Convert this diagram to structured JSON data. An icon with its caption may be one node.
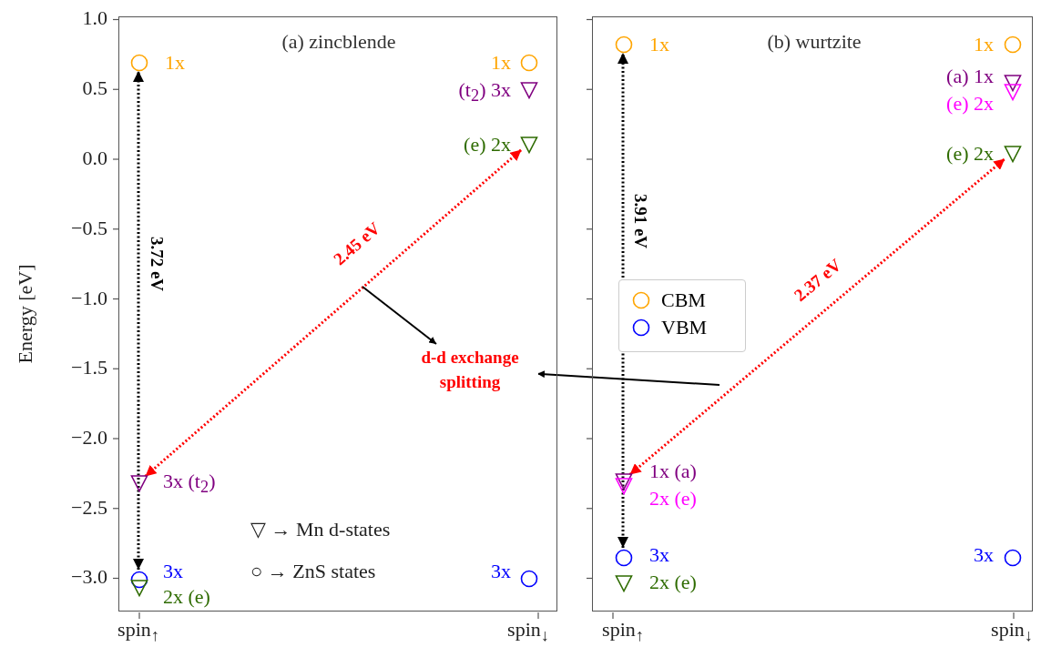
{
  "diagram": {
    "nodes": [
      {
        "text": [
          "(a) zincblende"
        ]
      },
      {
        "text": [],
        "shape": "circle",
        "in": 0,
        "beside": [
          "1x"
        ]
      },
      {
        "text": [],
        "shape": "circle",
        "in": 0,
        "beside": [
          "1x"
        ]
      },
      {
        "text": [],
        "shape": "triangle",
        "in": 0,
        "beside": [
          "(t$_{2}$) 3x"
        ]
      },
      {
        "text": [],
        "shape": "triangle",
        "in": 0,
        "beside": [
          "(e) 2x"
        ]
      },
      {
        "text": [],
        "shape": "triangle",
        "in": 0,
        "beside": [
          "3x (t$_{2}$)"
        ]
      },
      {
        "text": [],
        "shape": "circle",
        "in": 0,
        "beside": [
          "3x"
        ]
      },
      {
        "text": [],
        "shape": "triangle",
        "in": 0,
        "beside": [
          "2x (e)"
        ]
      },
      {
        "text": [],
        "shape": "circle",
        "in": 0,
        "beside": [
          "3x"
        ]
      },
      {
        "text": [
          "(b) wurtzite"
        ]
      },
      {
        "text": [],
        "shape": "circle",
        "in": 9,
        "beside": [
          "1x"
        ]
      },
      {
        "text": [],
        "shape": "circle",
        "in": 9,
        "beside": [
          "1x"
        ]
      },
      {
        "text": [],
        "shape": "triangle",
        "in": 9,
        "beside": [
          "(a) 1x"
        ]
      },
      {
        "text": [],
        "shape": "triangle",
        "in": 9,
        "beside": [
          "(e) 2x"
        ]
      },
      {
        "text": [],
        "shape": "triangle",
        "in": 9,
        "beside": [
          "(e) 2x"
        ]
      },
      {
        "text": [],
        "shape": "triangle",
        "in": 9,
        "beside": [
          "1x (a)"
        ]
      },
      {
        "text": [],
        "shape": "triangle",
        "in": 9,
        "beside": [
          "2x (e)"
        ]
      },
      {
        "text": [],
        "shape": "circle",
        "in": 9,
        "beside": [
          "3x"
        ]
      },
      {
        "text": [],
        "shape": "triangle",
        "in": 9,
        "beside": [
          "2x (e)"
        ]
      },
      {
        "text": [],
        "shape": "circle",
        "in": 9,
        "beside": [
          "3x"
        ]
      },
      {
        "text": [
          "d-d exchange splitting"
        ],
        "in": 0
      }
    ],
    "edges": [
      {
        "from": 6,
        "to": 1,
        "arrow": "both",
        "label": "3.72 eV",
        "style": "dashed"
      },
      {
        "from": 5,
        "to": 4,
        "arrow": "both",
        "label": "2.45 eV",
        "style": "dashed",
        "color": "#ff0000"
      },
      {
        "from": null,
        "to": 20,
        "arrow": "to"
      },
      {
        "from": 17,
        "to": 10,
        "arrow": "both",
        "label": "3.91 eV",
        "style": "dashed"
      },
      {
        "from": 15,
        "to": 14,
        "arrow": "both",
        "label": "2.37 eV",
        "style": "dashed",
        "color": "#ff0000"
      },
      {
        "from": null,
        "to": 20,
        "arrow": "to"
      }
    ],
    "labels": [
      "1.0",
      "0.5",
      "0.0",
      "−0.5",
      "−1.0",
      "−1.5",
      "−2.0",
      "−2.5",
      "−3.0",
      "Energy [eV]",
      "▽ → Mn d-states",
      "○ → ZnS states",
      "spin$_{↑}$",
      "spin$_{↓}$",
      "spin$_{↑}$",
      "spin$_{↓}$"
    ],
    "legend": [
      {
        "text": "CBM",
        "color": "#ffa500"
      },
      {
        "text": "VBM",
        "color": "#0000ff"
      }
    ]
  }
}
